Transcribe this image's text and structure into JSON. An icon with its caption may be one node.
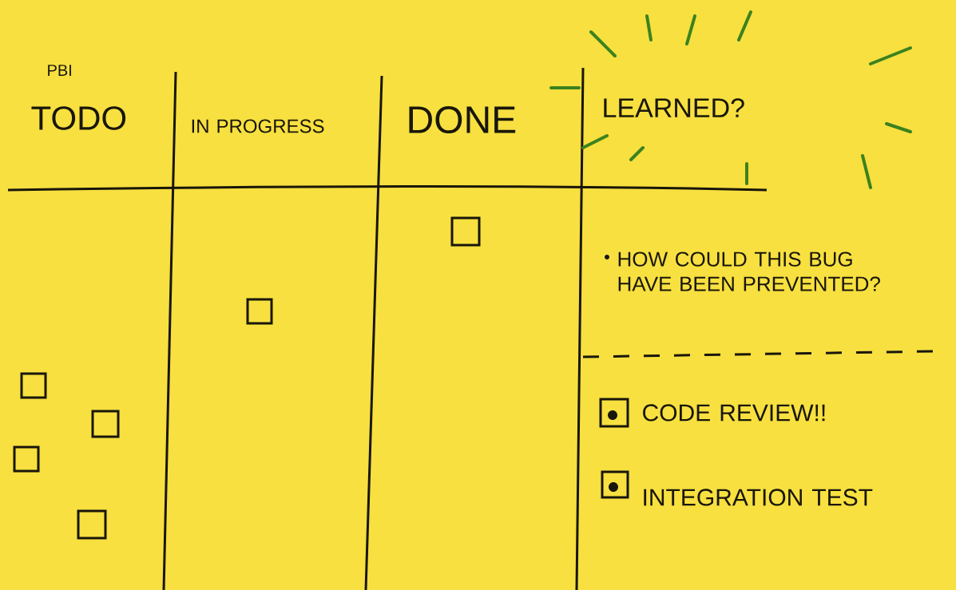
{
  "diagram": {
    "nodes": [
      {
        "text": [],
        "shape": "box"
      },
      {
        "text": [],
        "shape": "box"
      },
      {
        "text": [],
        "shape": "box"
      },
      {
        "text": [],
        "shape": "box"
      },
      {
        "text": [],
        "shape": "box"
      },
      {
        "text": [],
        "shape": "box"
      },
      {
        "text": [],
        "shape": "box",
        "beside": [
          "CODE REVIEW!!"
        ]
      },
      {
        "text": [],
        "shape": "box",
        "beside": [
          "INTEGRATION TEST"
        ]
      }
    ],
    "labels": [
      "PBI",
      "TODO",
      "IN PROGRESS",
      "DONE",
      "LEARNED?",
      "HOW COULD THIS BUG HAVE BEEN PREVENTED?"
    ]
  }
}
